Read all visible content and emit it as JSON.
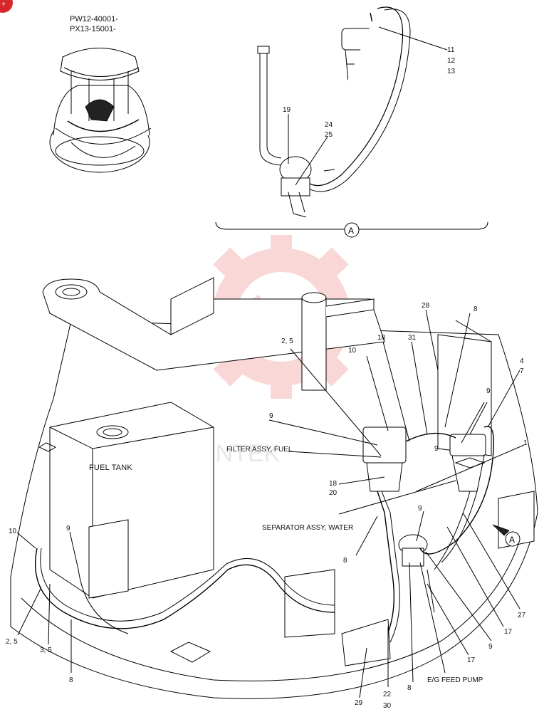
{
  "header": {
    "serial_line_1": "PW12-40001-",
    "serial_line_2": "PX13-15001-"
  },
  "view_marker": "A",
  "watermark": "YNTEK",
  "components": {
    "fuel_tank": "FUEL TANK",
    "filter_assy": "FILTER ASSY, FUEL",
    "separator_assy": "SEPARATOR ASSY, WATER",
    "feed_pump": "E/G FEED PUMP"
  },
  "callouts": {
    "c11": "11",
    "c12": "12",
    "c13": "13",
    "c19": "19",
    "c24": "24",
    "c25": "25",
    "c28": "28",
    "c8_top": "8",
    "c4": "4",
    "c7": "7",
    "c2_5_top": "2, 5",
    "c10_top": "10",
    "c18_top": "18",
    "c31": "31",
    "c9_a": "9",
    "c9_b": "9",
    "c1": "1",
    "c9_c": "9",
    "c18_mid": "18",
    "c20": "20",
    "c9_d": "9",
    "c8_mid": "8",
    "c10_left": "10",
    "c9_e": "9",
    "c2_5_left": "2, 5",
    "c3_5": "3, 5",
    "c8_left": "8",
    "c27": "27",
    "c17_a": "17",
    "c9_f": "9",
    "c17_b": "17",
    "c8_bot": "8",
    "c29": "29",
    "c22": "22",
    "c30": "30"
  },
  "colors": {
    "line": "#000000",
    "watermark": "#f5b8b8",
    "corner_badge": "#d6282c"
  }
}
